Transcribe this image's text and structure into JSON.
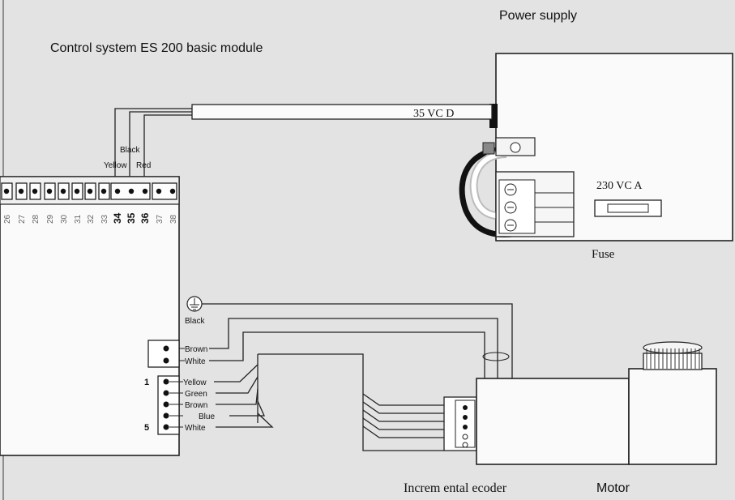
{
  "titles": {
    "power_supply": "Power supply",
    "control_module": "Control system ES 200 basic module",
    "encoder": "Increm ental ecoder",
    "motor": "Motor",
    "fuse": "Fuse"
  },
  "power_supply": {
    "dc_label": "35 VC D",
    "ac_label": "230 VC A"
  },
  "top_wires": {
    "black": "Black",
    "yellow": "Yellow",
    "red": "Red"
  },
  "terminals": [
    "26",
    "27",
    "28",
    "29",
    "30",
    "31",
    "32",
    "33",
    "34",
    "35",
    "36",
    "37",
    "38"
  ],
  "ground_wire": "Black",
  "brake_wires": [
    "Brown",
    "White"
  ],
  "encoder_pins": {
    "first": "1",
    "last": "5",
    "wires": [
      "Yellow",
      "Green",
      "Brown",
      "Blue",
      "White"
    ]
  }
}
